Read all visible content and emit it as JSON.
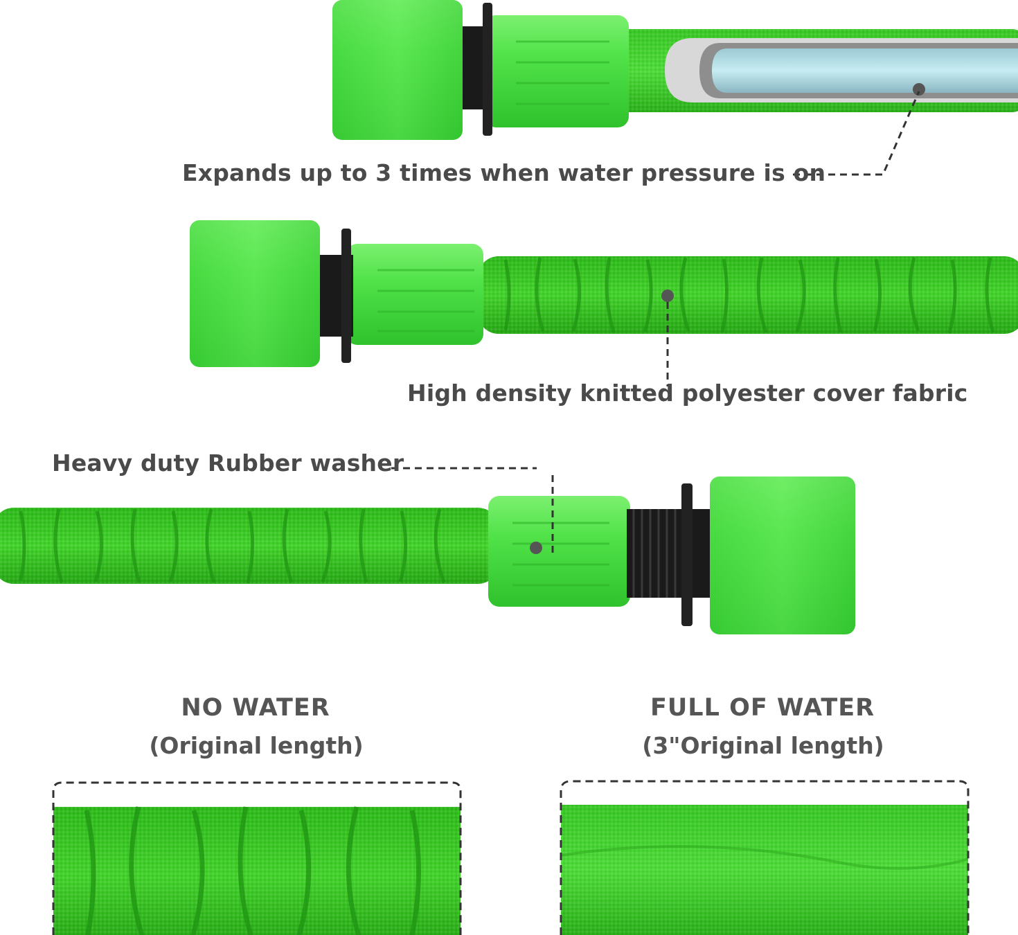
{
  "colors": {
    "connector_green": "#4fe44a",
    "fabric_green": "#33c81f",
    "rubber_black": "#1a1a1a",
    "text_gray": "#4a4a4a"
  },
  "callouts": {
    "expand": "Expands up to 3 times when water pressure is on",
    "fabric": "High density knitted polyester cover fabric",
    "washer": "Heavy duty Rubber washer"
  },
  "comparison": {
    "no_water": {
      "title": "NO WATER",
      "subtitle": "(Original length)"
    },
    "full_water": {
      "title": "FULL OF WATER",
      "subtitle": "(3\"Original length)"
    }
  }
}
